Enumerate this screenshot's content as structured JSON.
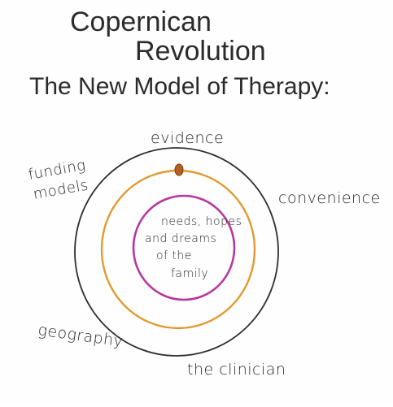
{
  "title": {
    "line1": "Copernican",
    "line2": "Revolution",
    "subtitle": "The New Model of Therapy:"
  },
  "diagram": {
    "center_label_lines": [
      "needs, hopes",
      "and dreams",
      "of the",
      "family"
    ],
    "outer_labels": {
      "top": "evidence",
      "top_left_line1": "funding",
      "top_left_line2": "models",
      "right": "convenience",
      "bottom_left": "geography",
      "bottom_right": "the clinician"
    },
    "colors": {
      "outer_ring": "#2f2f2f",
      "middle_ring": "#e29a2e",
      "inner_ring": "#b8379f",
      "planet": "#b5611d",
      "ink": "#2a2a2a"
    }
  }
}
